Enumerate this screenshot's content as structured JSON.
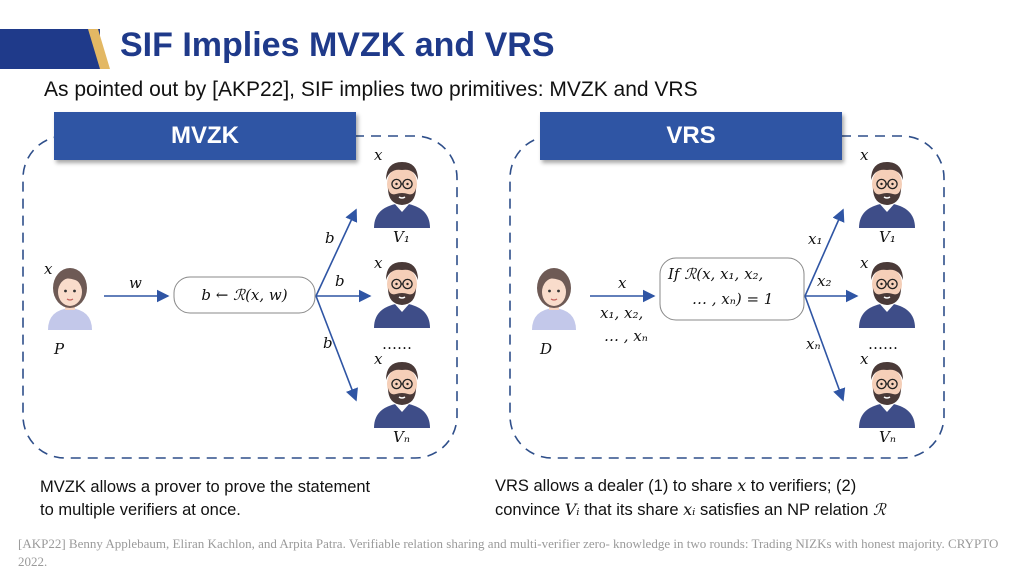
{
  "slide": {
    "title": "SIF Implies MVZK and VRS",
    "subtitle": "As pointed out by [AKP22], SIF implies two primitives: MVZK and VRS",
    "citation": "[AKP22] Benny Applebaum, Eliran Kachlon, and Arpita Patra. Verifiable relation sharing and multi-verifier zero- knowledge in two rounds: Trading NIZKs with honest majority. CRYPTO 2022."
  },
  "mvzk": {
    "header": "MVZK",
    "prover_input": "x",
    "prover_label": "P",
    "witness_label": "w",
    "compute_box": "b ← ℛ(x, w)",
    "edge_labels": [
      "b",
      "b",
      "b"
    ],
    "verifier_inputs": [
      "x",
      "x",
      "x"
    ],
    "verifier_labels": [
      "V₁",
      "Vₙ"
    ],
    "ellipsis": "……",
    "description_line1": "MVZK allows a prover to prove the statement",
    "description_line2": "to multiple verifiers at once."
  },
  "vrs": {
    "header": "VRS",
    "dealer_label": "D",
    "dealer_top_label": "x",
    "dealer_bottom_label_1": "x₁, x₂,",
    "dealer_bottom_label_2": "… , xₙ",
    "check_box_line1": "If ℛ(x, x₁, x₂,",
    "check_box_line2": "… , xₙ) = 1",
    "edge_labels": [
      "x₁",
      "x₂",
      "xₙ"
    ],
    "verifier_inputs": [
      "x",
      "x",
      "x"
    ],
    "verifier_labels": [
      "V₁",
      "Vₙ"
    ],
    "ellipsis": "……",
    "description_line1_a": "VRS allows a dealer (1) to share",
    "description_line1_x": "x",
    "description_line1_b": "to verifiers; (2)",
    "description_line2_a": "convince",
    "description_line2_vi": "Vᵢ",
    "description_line2_b": "that its share",
    "description_line2_xi": "xᵢ",
    "description_line2_c": "satisfies an NP relation",
    "description_line2_r": "ℛ"
  },
  "colors": {
    "title": "#1f3a8a",
    "header_fill": "#2f55a4",
    "arrow": "#2f55a4",
    "dashed_border": "#2f4f8a"
  }
}
